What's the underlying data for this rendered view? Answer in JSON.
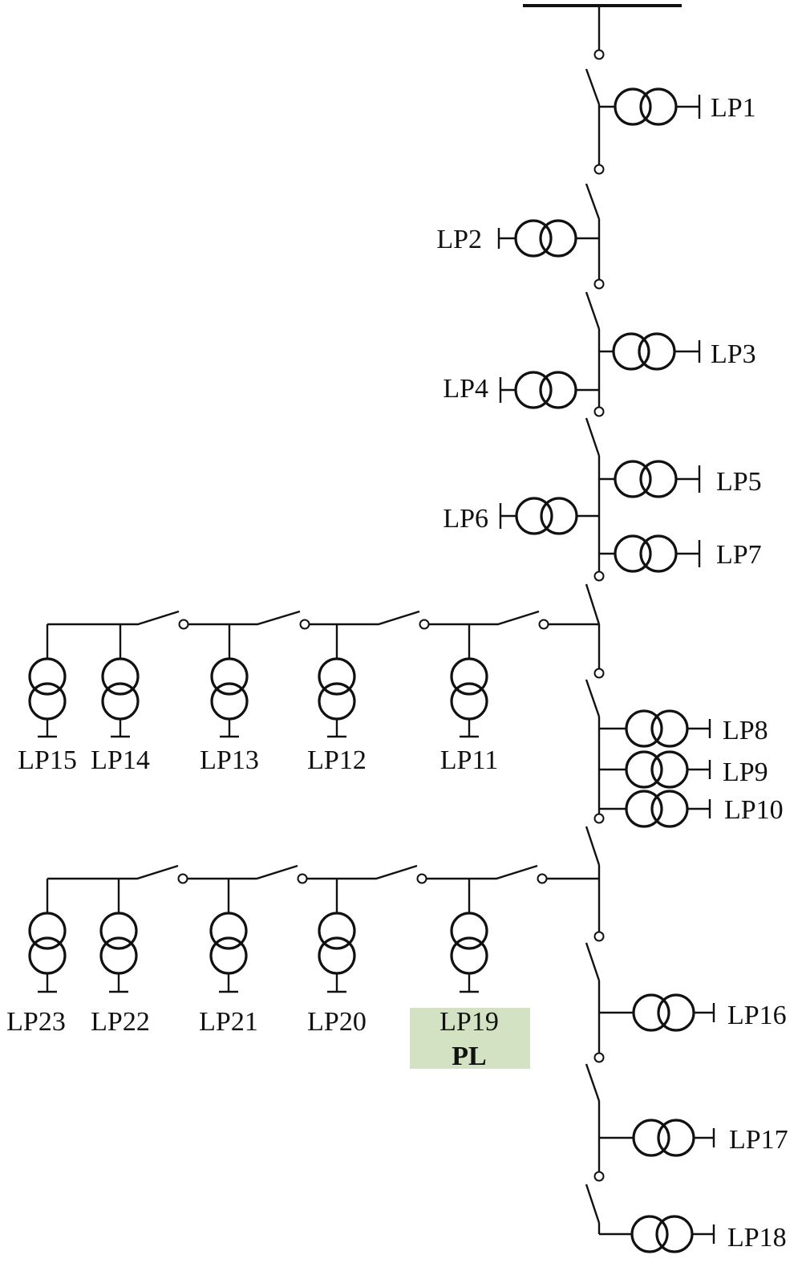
{
  "labels": {
    "lp1": "LP1",
    "lp2": "LP2",
    "lp3": "LP3",
    "lp4": "LP4",
    "lp5": "LP5",
    "lp6": "LP6",
    "lp7": "LP7",
    "lp8": "LP8",
    "lp9": "LP9",
    "lp10": "LP10",
    "lp11": "LP11",
    "lp12": "LP12",
    "lp13": "LP13",
    "lp14": "LP14",
    "lp15": "LP15",
    "lp16": "LP16",
    "lp17": "LP17",
    "lp18": "LP18",
    "lp19": "LP19",
    "lp20": "LP20",
    "lp21": "LP21",
    "lp22": "LP22",
    "lp23": "LP23"
  },
  "highlight": {
    "label": "PL",
    "color": "#d3e2c3"
  }
}
